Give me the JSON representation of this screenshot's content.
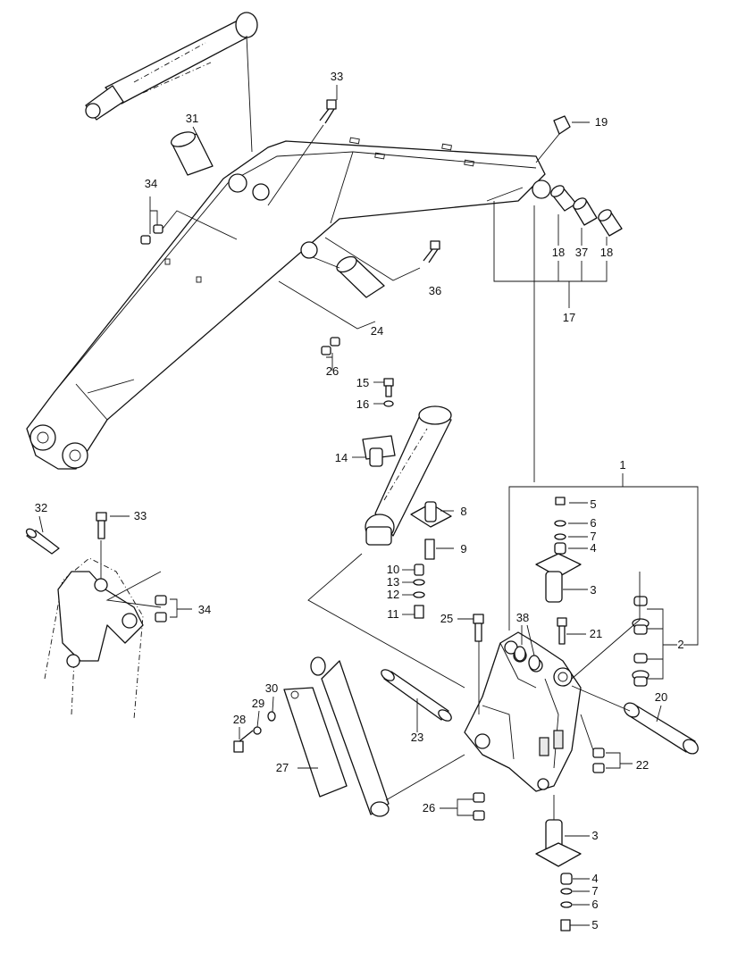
{
  "diagram": {
    "callouts": [
      "33",
      "31",
      "19",
      "34",
      "18",
      "37",
      "18",
      "17",
      "36",
      "24",
      "26",
      "15",
      "16",
      "14",
      "8",
      "9",
      "10",
      "13",
      "12",
      "11",
      "1",
      "5",
      "6",
      "7",
      "4",
      "3",
      "32",
      "33",
      "34",
      "25",
      "38",
      "21",
      "2",
      "20",
      "30",
      "29",
      "28",
      "27",
      "23",
      "22",
      "26",
      "3",
      "4",
      "7",
      "6",
      "5"
    ]
  }
}
